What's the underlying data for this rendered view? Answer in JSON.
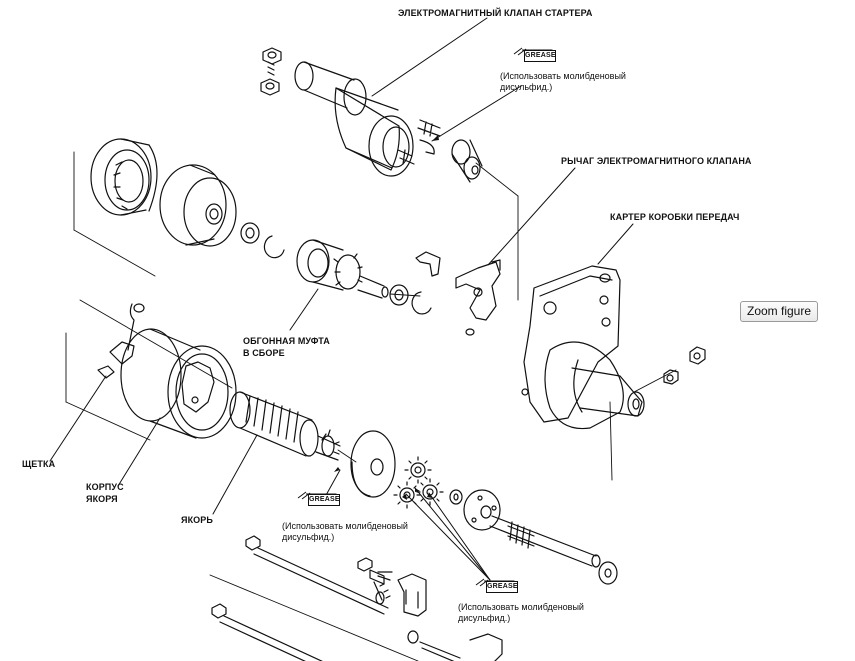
{
  "labels": {
    "solenoid": "ЭЛЕКТРОМАГНИТНЫЙ КЛАПАН СТАРТЕРА",
    "solenoid_lever": "РЫЧАГ ЭЛЕКТРОМАГНИТНОГО КЛАПАНА",
    "gearbox_housing": "КАРТЕР КОРОБКИ ПЕРЕДАЧ",
    "overrunning_clutch_l1": "ОБГОННАЯ МУФТА",
    "overrunning_clutch_l2": "В СБОРЕ",
    "brush": "ЩЕТКА",
    "armature_housing_l1": "КОРПУС",
    "armature_housing_l2": "ЯКОРЯ",
    "armature": "ЯКОРЬ"
  },
  "grease_notes": [
    {
      "tag": "GREASE",
      "line1": "(Использовать молибденовый",
      "line2": "дисульфид.)"
    },
    {
      "tag": "GREASE",
      "line1": "(Использовать молибденовый",
      "line2": "дисульфид.)"
    },
    {
      "tag": "GREASE",
      "line1": "(Использовать молибденовый",
      "line2": "дисульфид.)"
    }
  ],
  "zoom_button": "Zoom figure",
  "colors": {
    "ink": "#111111",
    "background": "#ffffff"
  }
}
